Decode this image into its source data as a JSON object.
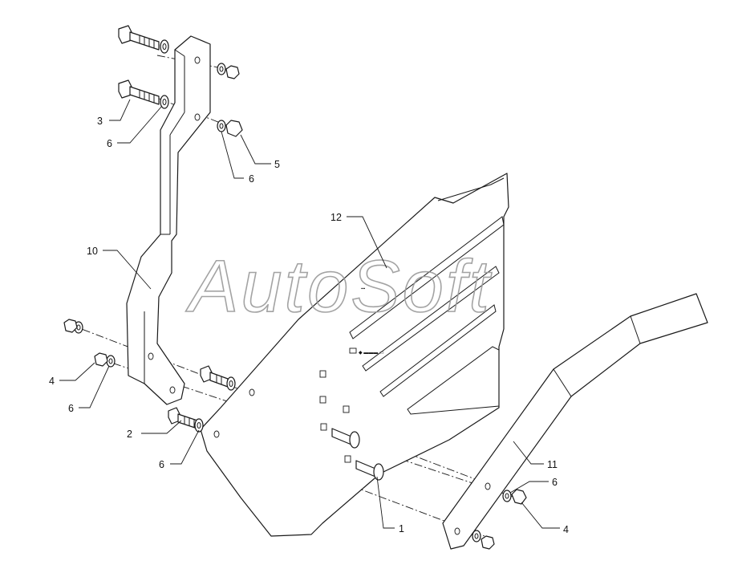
{
  "watermark": {
    "text": "AutoSoft"
  },
  "callouts": [
    {
      "id": "c1",
      "number": "1"
    },
    {
      "id": "c2",
      "number": "2"
    },
    {
      "id": "c3",
      "number": "3"
    },
    {
      "id": "c4a",
      "number": "4"
    },
    {
      "id": "c4b",
      "number": "4"
    },
    {
      "id": "c5",
      "number": "5"
    },
    {
      "id": "c6a",
      "number": "6"
    },
    {
      "id": "c6b",
      "number": "6"
    },
    {
      "id": "c6c",
      "number": "6"
    },
    {
      "id": "c6d",
      "number": "6"
    },
    {
      "id": "c6e",
      "number": "6"
    },
    {
      "id": "c10",
      "number": "10"
    },
    {
      "id": "c11",
      "number": "11"
    },
    {
      "id": "c12",
      "number": "12"
    }
  ]
}
